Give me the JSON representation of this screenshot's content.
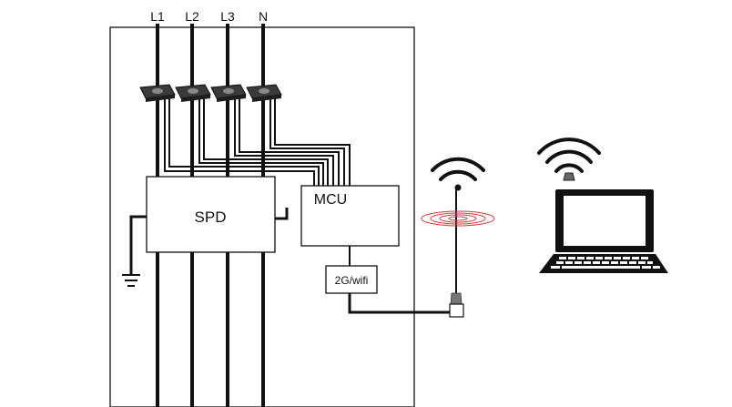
{
  "lines": {
    "l1": "L1",
    "l2": "L2",
    "l3": "L3",
    "n": "N"
  },
  "blocks": {
    "spd": "SPD",
    "mcu": "MCU",
    "comm": "2G/wifi"
  },
  "colors": {
    "wire": "#111111",
    "signal_rings": "#d13a3a",
    "background": "#ffffff"
  },
  "icons": {
    "sensors": "current-transformer-icon",
    "ground": "ground-icon",
    "antenna": "antenna-icon",
    "wifi": "wifi-signal-icon",
    "laptop": "laptop-icon"
  }
}
